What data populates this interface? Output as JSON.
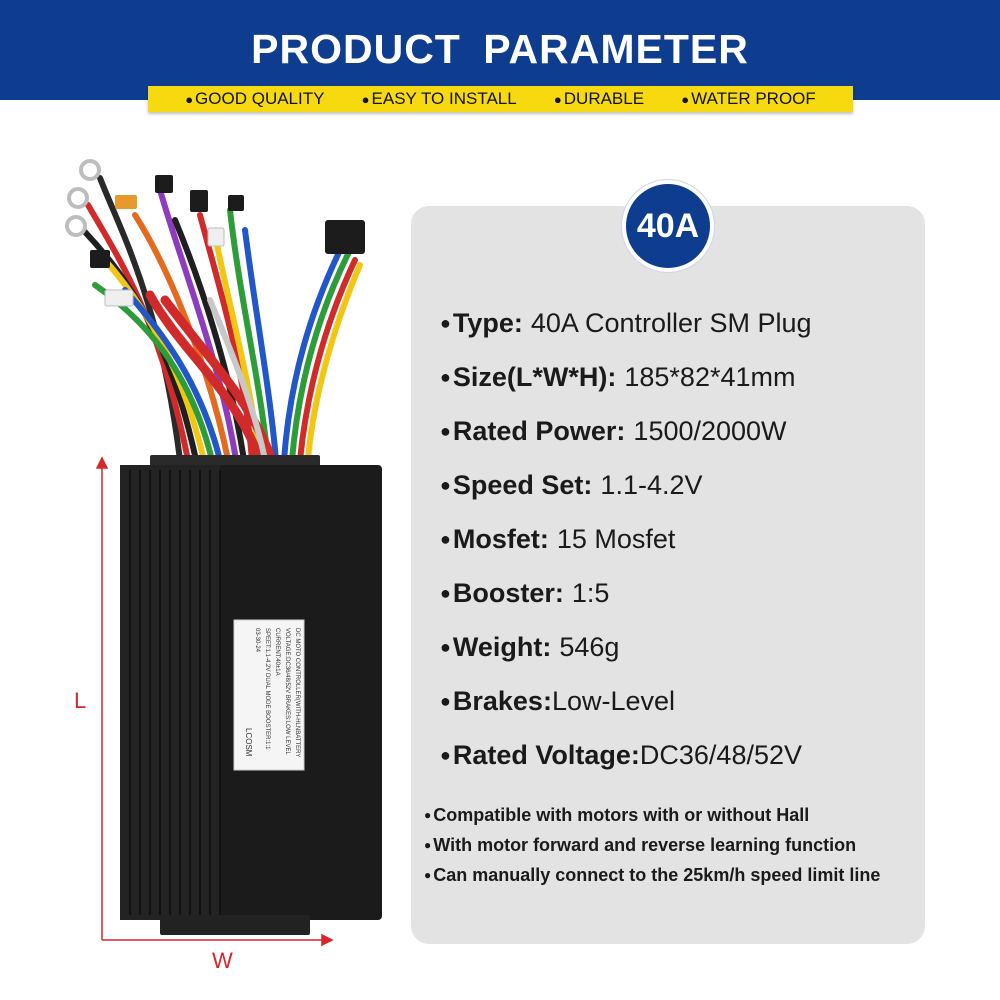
{
  "header": {
    "title": "PRODUCT  PARAMETER",
    "features": [
      "GOOD QUALITY",
      "EASY TO INSTALL",
      "DURABLE",
      "WATER PROOF"
    ]
  },
  "badge": {
    "label": "40A"
  },
  "specs": [
    {
      "label": "Type:",
      "value": "40A Controller SM Plug"
    },
    {
      "label": "Size(L*W*H):",
      "value": "185*82*41mm"
    },
    {
      "label": "Rated Power:",
      "value": "1500/2000W"
    },
    {
      "label": "Speed Set:",
      "value": "1.1-4.2V"
    },
    {
      "label": "Mosfet:",
      "value": "15 Mosfet"
    },
    {
      "label": "Booster:",
      "value": "1:5"
    },
    {
      "label": "Weight:",
      "value": "546g"
    },
    {
      "label": "Brakes:",
      "value": "Low-Level"
    },
    {
      "label": "Rated Voltage:",
      "value": "DC36/48/52V"
    }
  ],
  "notes": [
    "Compatible with motors with or without Hall",
    "With motor forward and reverse learning function",
    "Can manually connect to the 25km/h speed limit line"
  ],
  "dimensions": {
    "length": "L",
    "width": "W"
  },
  "sticker": {
    "line1": "DC MOTO CONTROLLER(WITH-HLNBATTERY",
    "line2": "VOLTAGE:DC36/48/52V   BRAKES:LOW LEVEL",
    "line3": "CURRENT:40±1A",
    "line4": "SPEET:1.1-4.2V DUAL MODE   BOOSTER:1:1",
    "line5": "03-30-24",
    "brand": "LCOSM"
  },
  "colors": {
    "header_blue": "#0e3d8f",
    "feature_yellow": "#f6d90f",
    "panel_gray": "#e3e3e3",
    "dimension_red": "#d7262c"
  }
}
